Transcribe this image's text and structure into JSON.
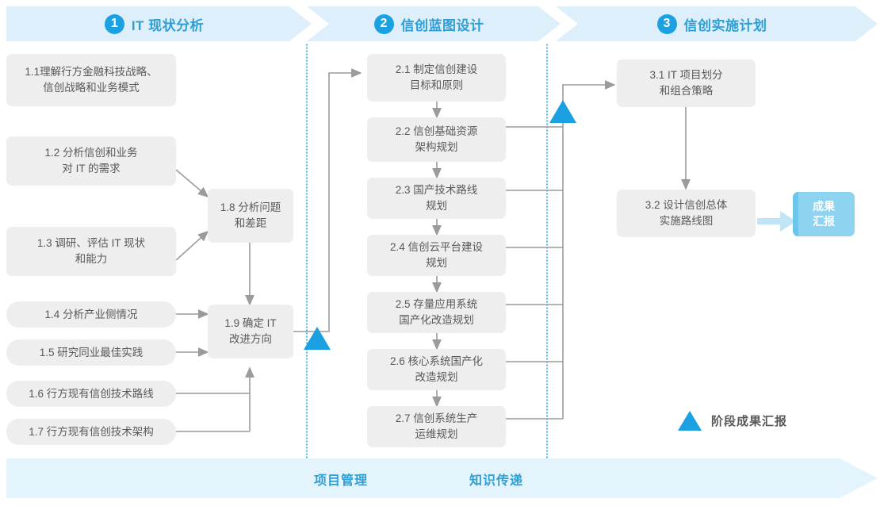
{
  "phases": [
    {
      "num": "1",
      "title": "IT 现状分析"
    },
    {
      "num": "2",
      "title": "信创蓝图设计"
    },
    {
      "num": "3",
      "title": "信创实施计划"
    }
  ],
  "column1": [
    {
      "id": "1.1",
      "label": "1.1理解行方金融科技战略、\n信创战略和业务模式"
    },
    {
      "id": "1.2",
      "label": "1.2 分析信创和业务\n对 IT 的需求"
    },
    {
      "id": "1.3",
      "label": "1.3 调研、评估 IT 现状\n和能力"
    },
    {
      "id": "1.4",
      "label": "1.4 分析产业侧情况"
    },
    {
      "id": "1.5",
      "label": "1.5 研究同业最佳实践"
    },
    {
      "id": "1.6",
      "label": "1.6 行方现有信创技术路线"
    },
    {
      "id": "1.7",
      "label": "1.7 行方现有信创技术架构"
    }
  ],
  "column1_merge": [
    {
      "id": "1.8",
      "label": "1.8 分析问题\n和差距"
    },
    {
      "id": "1.9",
      "label": "1.9 确定 IT\n改进方向"
    }
  ],
  "column2": [
    {
      "id": "2.1",
      "label": "2.1 制定信创建设\n目标和原则"
    },
    {
      "id": "2.2",
      "label": "2.2 信创基础资源\n架构规划"
    },
    {
      "id": "2.3",
      "label": "2.3 国产技术路线\n规划"
    },
    {
      "id": "2.4",
      "label": "2.4 信创云平台建设\n规划"
    },
    {
      "id": "2.5",
      "label": "2.5 存量应用系统\n国产化改造规划"
    },
    {
      "id": "2.6",
      "label": "2.6 核心系统国产化\n改造规划"
    },
    {
      "id": "2.7",
      "label": "2.7 信创系统生产\n运维规划"
    }
  ],
  "column3": [
    {
      "id": "3.1",
      "label": "3.1 IT 项目划分\n和组合策略"
    },
    {
      "id": "3.2",
      "label": "3.2 设计信创总体\n实施路线图"
    }
  ],
  "result": {
    "label": "成果\n汇报"
  },
  "legend": {
    "label": "阶段成果汇报"
  },
  "bottom": {
    "left_label": "项目管理",
    "right_label": "知识传递"
  },
  "colors": {
    "accent": "#1ba1e2",
    "phase_band": "#ddeffb",
    "phase_title": "#2e9fd6",
    "box_bg": "#eeeeee",
    "box_text": "#59595b",
    "result_bg": "#8ed3f0",
    "result_edge": "#6cc5ea",
    "bottom_bar": "#e3f4fc",
    "connector": "#9b9b9b",
    "divider_dotted": "#29abe2"
  }
}
